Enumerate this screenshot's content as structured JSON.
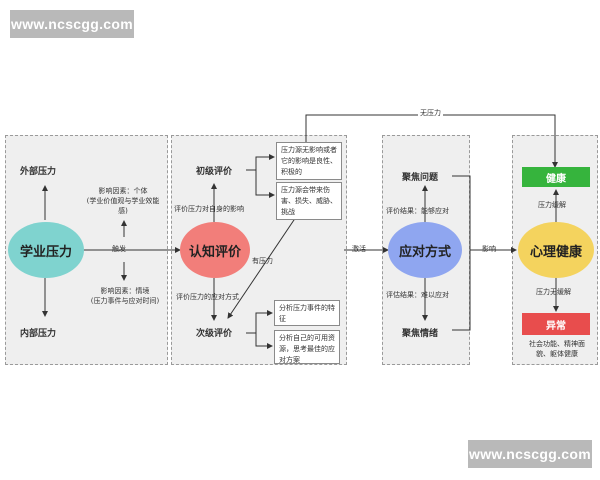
{
  "watermark": {
    "top": "www.ncscgg.com",
    "bottom": "www.ncscgg.com"
  },
  "diagram": {
    "stress": {
      "main": "学业压力",
      "external": "外部压力",
      "internal": "内部压力",
      "factor_personal": "影响因素：个体",
      "factor_personal_detail": "(学业价值观与学业效能感)",
      "factor_context": "影响因素：情境",
      "factor_context_detail": "(压力事件与应对时间)",
      "trigger": "触发"
    },
    "appraisal": {
      "main": "认知评价",
      "primary": "初级评价",
      "secondary": "次级评价",
      "primary_edge": "评价压力对自身的影响",
      "secondary_edge": "评价压力的应对方式",
      "has_stress": "有压力",
      "note_no_effect": "压力源无影响或者它的影响是良性、积极的",
      "note_harm": "压力源会带来伤害、损失、威胁、挑战",
      "note_analyze_event": "分析压力事件的特征",
      "note_analyze_resources": "分析自己的可用资源，思考最佳的应对方案",
      "activate": "激活"
    },
    "coping": {
      "main": "应对方式",
      "problem": "聚焦问题",
      "emotion": "聚焦情绪",
      "result_can": "评价结果：能够应对",
      "result_cannot": "评估结果：难以应对",
      "influence": "影响"
    },
    "health": {
      "main": "心理健康",
      "healthy": "健康",
      "abnormal": "异常",
      "relief": "压力缓解",
      "no_relief": "压力无缓解",
      "outcome": "社会功能、精神面貌、躯体健康",
      "no_stress": "无压力"
    }
  },
  "colors": {
    "stress_node": "#7fd3cf",
    "appraisal_node": "#f27e7a",
    "coping_node": "#8fa6f0",
    "health_node": "#f4d35e",
    "healthy_pill": "#36b43d",
    "abnormal_pill": "#e84d4d",
    "panel": "#efefef",
    "watermark": "#b9b9b9"
  }
}
